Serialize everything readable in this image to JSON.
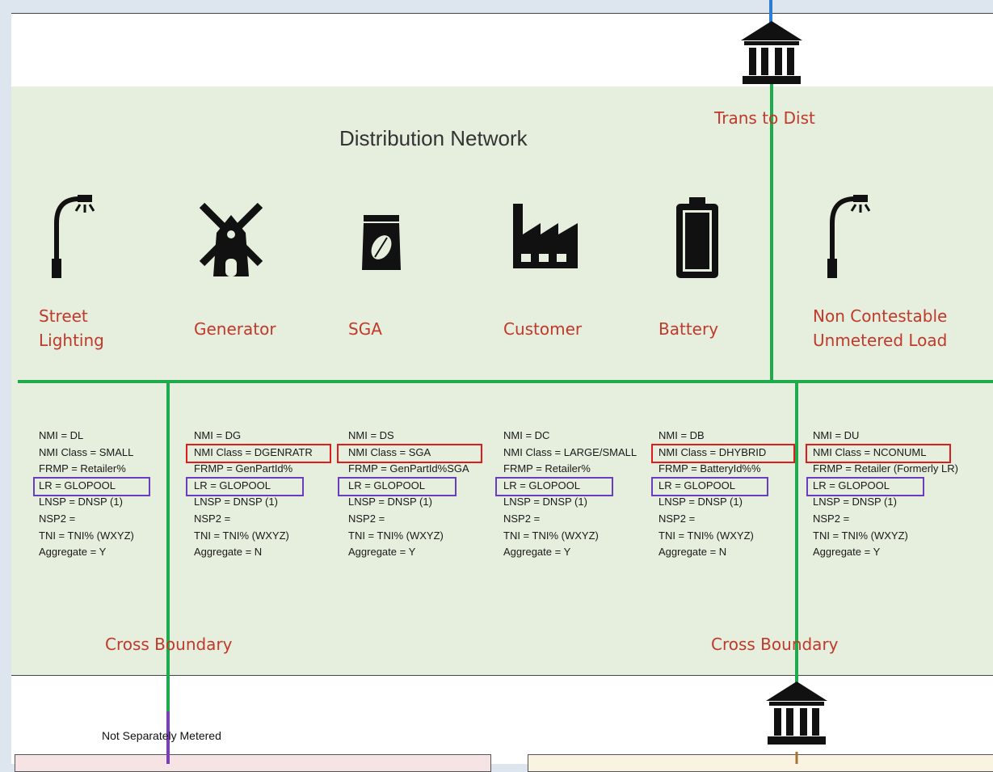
{
  "diagram": {
    "title": "Distribution Network",
    "trans_label": "Trans to Dist",
    "cross_boundary_left": "Cross Boundary",
    "cross_boundary_right": "Cross Boundary",
    "not_metered_label": "Not Separately Metered",
    "load_types": [
      {
        "name_line1": "Street",
        "name_line2": "Lighting",
        "icon": "street-light-icon"
      },
      {
        "name_line1": "Generator",
        "name_line2": "",
        "icon": "windmill-icon"
      },
      {
        "name_line1": "SGA",
        "name_line2": "",
        "icon": "seed-bag-icon"
      },
      {
        "name_line1": "Customer",
        "name_line2": "",
        "icon": "factory-icon"
      },
      {
        "name_line1": "Battery",
        "name_line2": "",
        "icon": "battery-icon"
      },
      {
        "name_line1": "Non Contestable",
        "name_line2": "Unmetered Load",
        "icon": "street-light-icon"
      }
    ],
    "columns": [
      {
        "nmi": "NMI = DL",
        "nmi_class": "NMI Class = SMALL",
        "frmp": "FRMP = Retailer%",
        "lr": "LR = GLOPOOL",
        "lnsp": "LNSP = DNSP (1)",
        "nsp2": "NSP2 =",
        "tni": "TNI = TNI%  (WXYZ)",
        "aggregate": "Aggregate = Y"
      },
      {
        "nmi": "NMI = DG",
        "nmi_class": "NMI Class = DGENRATR",
        "frmp": "FRMP = GenPartId%",
        "lr": "LR = GLOPOOL",
        "lnsp": "LNSP = DNSP (1)",
        "nsp2": "NSP2 =",
        "tni": "TNI = TNI%  (WXYZ)",
        "aggregate": "Aggregate = N"
      },
      {
        "nmi": "NMI = DS",
        "nmi_class": "NMI Class = SGA",
        "frmp": "FRMP = GenPartId%SGA",
        "lr": "LR = GLOPOOL",
        "lnsp": "LNSP = DNSP (1)",
        "nsp2": "NSP2 =",
        "tni": "TNI = TNI%  (WXYZ)",
        "aggregate": "Aggregate = Y"
      },
      {
        "nmi": "NMI = DC",
        "nmi_class": "NMI Class = LARGE/SMALL",
        "frmp": "FRMP = Retailer%",
        "lr": "LR = GLOPOOL",
        "lnsp": "LNSP = DNSP (1)",
        "nsp2": "NSP2 =",
        "tni": "TNI = TNI%  (WXYZ)",
        "aggregate": "Aggregate = Y"
      },
      {
        "nmi": "NMI = DB",
        "nmi_class": "NMI Class = DHYBRID",
        "frmp": "FRMP = BatteryId%%",
        "lr": "LR = GLOPOOL",
        "lnsp": "LNSP = DNSP (1)",
        "nsp2": "NSP2 =",
        "tni": "TNI = TNI%  (WXYZ)",
        "aggregate": "Aggregate = N"
      },
      {
        "nmi": "NMI = DU",
        "nmi_class": "NMI Class = NCONUML",
        "frmp": "FRMP = Retailer (Formerly LR)",
        "lr": "LR = GLOPOOL",
        "lnsp": "LNSP = DNSP (1)",
        "nsp2": "NSP2 =",
        "tni": "TNI = TNI%  (WXYZ)",
        "aggregate": "Aggregate = Y"
      }
    ],
    "colors": {
      "network_line": "#1faa4e",
      "label_red": "#c0392b",
      "highlight_red": "#e01b1b",
      "highlight_purple": "#6a3dbf",
      "dist_background": "#e6eedd"
    }
  }
}
